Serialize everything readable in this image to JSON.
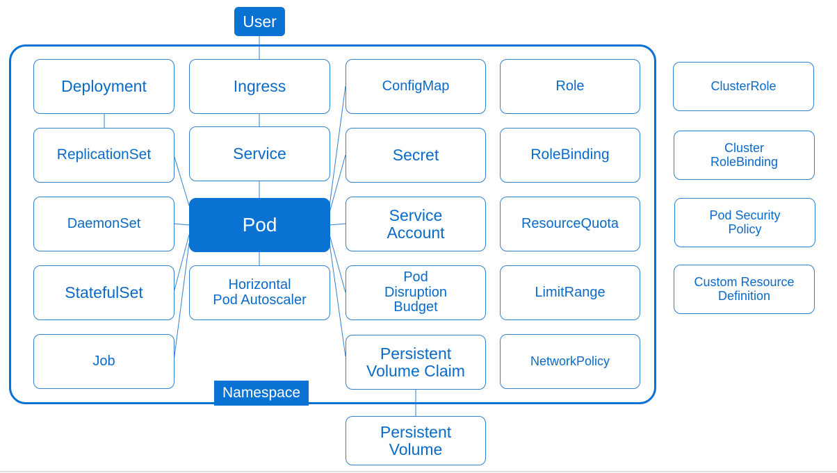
{
  "user_label": "User",
  "namespace_label": "Namespace",
  "pod_label": "Pod",
  "namespace_resources": {
    "deployment": "Deployment",
    "ingress": "Ingress",
    "configmap": "ConfigMap",
    "role": "Role",
    "replicationset": "ReplicationSet",
    "service": "Service",
    "secret": "Secret",
    "rolebinding": "RoleBinding",
    "daemonset": "DaemonSet",
    "service_account": "Service\nAccount",
    "resourcequota": "ResourceQuota",
    "statefulset": "StatefulSet",
    "hpa": "Horizontal\nPod Autoscaler",
    "pdb": "Pod\nDisruption\nBudget",
    "limitrange": "LimitRange",
    "job": "Job",
    "pvc": "Persistent\nVolume Claim",
    "networkpolicy": "NetworkPolicy"
  },
  "outside_resources": {
    "persistent_volume": "Persistent\nVolume",
    "clusterrole": "ClusterRole",
    "cluster_rolebinding": "Cluster\nRoleBinding",
    "pod_security_policy": "Pod Security\nPolicy",
    "crd": "Custom Resource\nDefinition"
  }
}
